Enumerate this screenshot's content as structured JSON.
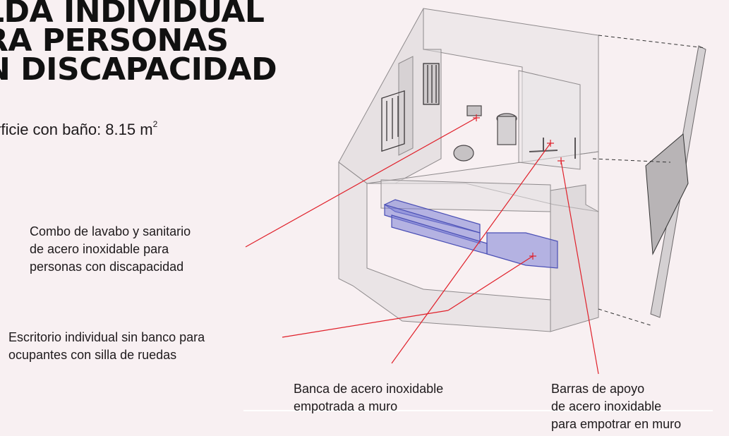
{
  "title": {
    "lines": [
      "LDA INDIVIDUAL",
      "RA PERSONAS",
      "N DISCAPACIDAD"
    ]
  },
  "subtitle": {
    "text": "rficie con baño: 8.15 m",
    "superscript": "2"
  },
  "callouts": {
    "lavabo": {
      "line1": "Combo de lavabo y sanitario",
      "line2": "de acero inoxidable para",
      "line3": "personas con discapacidad"
    },
    "escritorio": {
      "line1": "Escritorio individual sin banco para",
      "line2": "ocupantes con silla de ruedas"
    },
    "banca": {
      "line1": "Banca de acero inoxidable",
      "line2": "empotrada a muro"
    },
    "barras": {
      "line1": "Barras de apoyo",
      "line2": "de acero inoxidable",
      "line3": "para empotrar en muro"
    }
  },
  "colors": {
    "background": "#f8f0f2",
    "leader": "#e0202a",
    "furniture": "#7b7fd6",
    "walls": "#d6d2d4"
  }
}
